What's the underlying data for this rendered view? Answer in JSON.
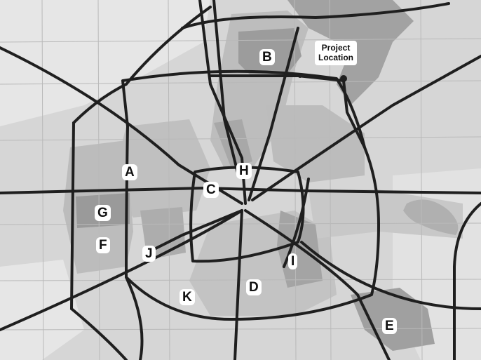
{
  "map": {
    "colors": {
      "background": "#d3d3d3",
      "light_area": "#e4e4e4",
      "medium_area": "#b7b7b7",
      "dark_area": "#9a9a9a",
      "highway": "#1f1f1f",
      "minor_road": "#bdbdbd",
      "label_background": "#ffffff"
    },
    "labels": {
      "a": "A",
      "b": "B",
      "c": "C",
      "d": "D",
      "e": "E",
      "f": "F",
      "g": "G",
      "h": "H",
      "i": "I",
      "j": "J",
      "k": "K",
      "project_line1": "Project",
      "project_line2": "Location"
    },
    "markers": [
      "project-location-marker"
    ]
  }
}
